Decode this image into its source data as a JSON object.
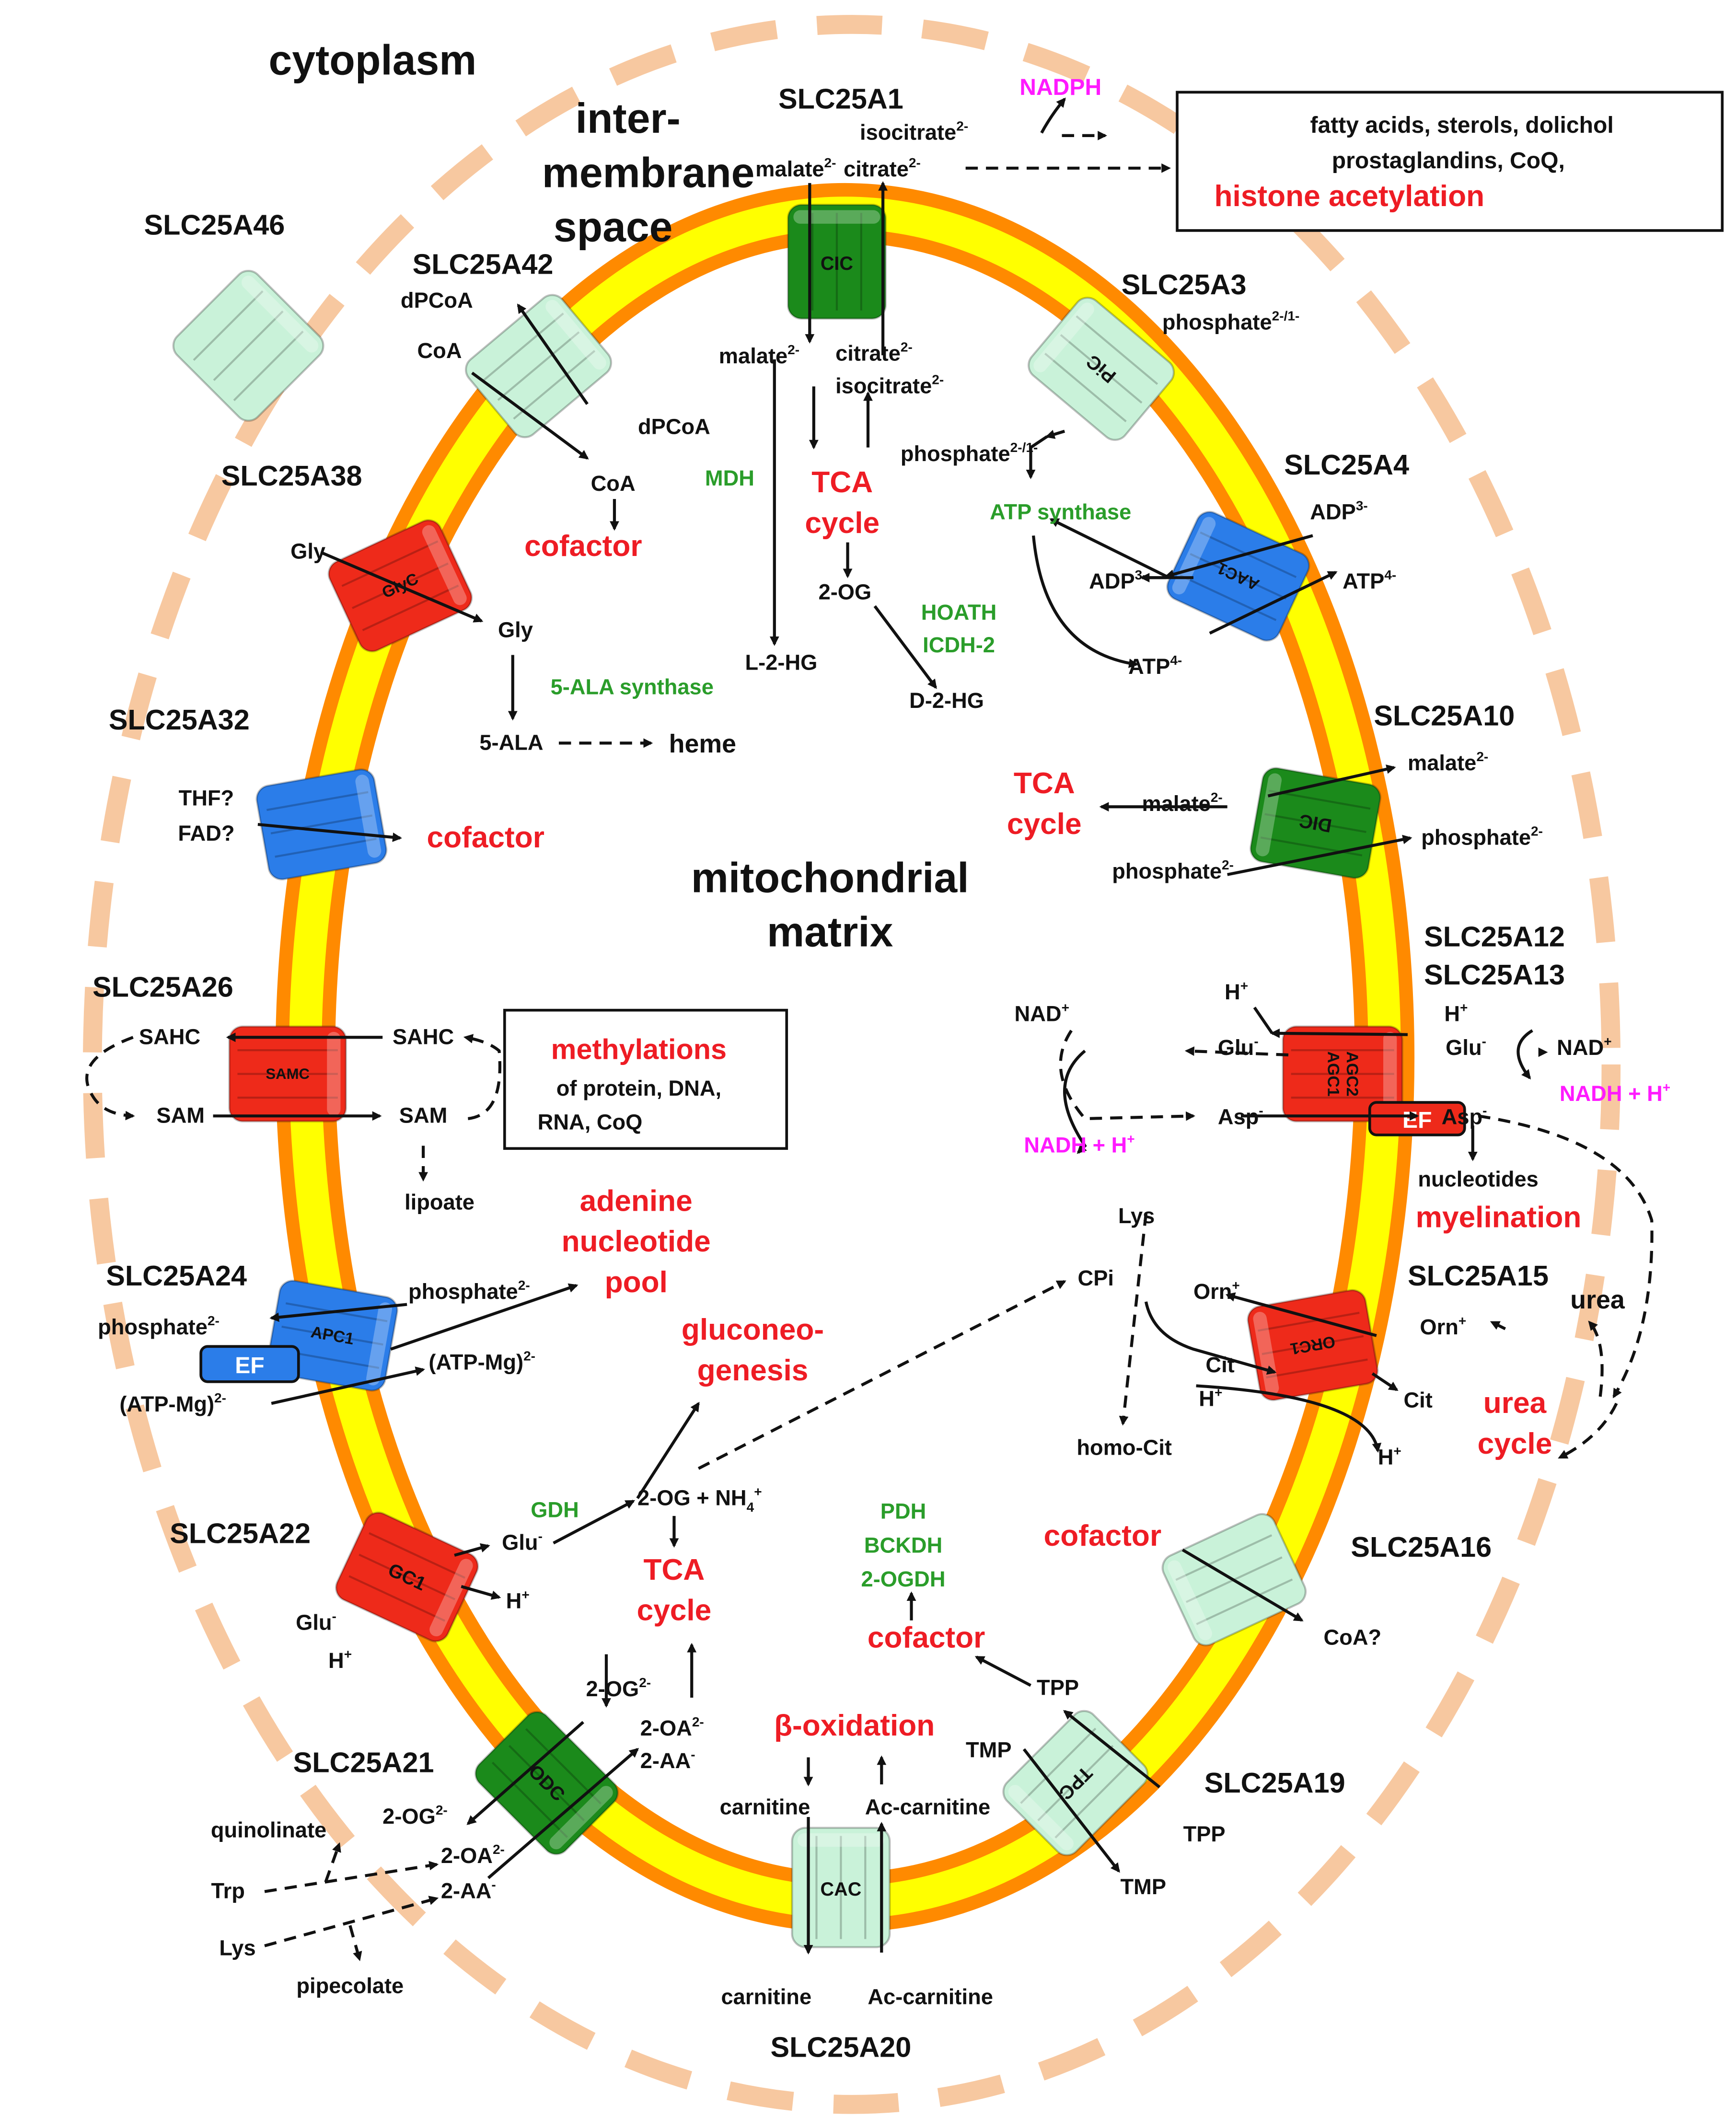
{
  "colors": {
    "outer_dash": "#f7c8a0",
    "membrane_orange": "#ff8a00",
    "membrane_yellow": "#ffff00",
    "carrier_red": "#ee2a1a",
    "carrier_blue": "#2b7de9",
    "carrier_dkgreen": "#1b8a1b",
    "carrier_ltgreen": "#c9f2d9",
    "label_red": "#ee1c24",
    "enzyme_green": "#2a9d2a",
    "cofactor_magenta": "#ff1aff"
  },
  "regions": {
    "cytoplasm": "cytoplasm",
    "intermembrane": [
      "inter-",
      "membrane",
      "space"
    ],
    "matrix": [
      "mitochondrial",
      "matrix"
    ]
  },
  "carriers": {
    "cic": {
      "gene": "SLC25A1",
      "short": "CIC"
    },
    "sfxn": {
      "gene": "SLC25A46"
    },
    "a42": {
      "gene": "SLC25A42"
    },
    "pic": {
      "gene": "SLC25A3",
      "short": "PiC"
    },
    "glyc": {
      "gene": "SLC25A38",
      "short": "GlyC"
    },
    "aac": {
      "gene": "SLC25A4",
      "short": "AAC1"
    },
    "a32": {
      "gene": "SLC25A32"
    },
    "dic": {
      "gene": "SLC25A10",
      "short": "DIC"
    },
    "agc": {
      "gene1": "SLC25A12",
      "gene2": "SLC25A13",
      "short1": "AGC1",
      "short2": "AGC2",
      "ef": "EF"
    },
    "samc": {
      "gene": "SLC25A26",
      "short": "SAMC"
    },
    "apc": {
      "gene": "SLC25A24",
      "short": "APC1",
      "ef": "EF"
    },
    "orc": {
      "gene": "SLC25A15",
      "short": "ORC1"
    },
    "gc": {
      "gene": "SLC25A22",
      "short": "GC1"
    },
    "a16": {
      "gene": "SLC25A16"
    },
    "odc": {
      "gene": "SLC25A21",
      "short": "ODC"
    },
    "tpc": {
      "gene": "SLC25A19",
      "short": "TPC"
    },
    "cac": {
      "gene": "SLC25A20",
      "short": "CAC"
    }
  },
  "box_top": {
    "line1": "fatty acids, sterols, dolichol",
    "line2": "prostaglandins, CoQ,",
    "line3": "histone acetylation"
  },
  "box_meth": {
    "line1": "methylations",
    "line2": "of protein, DNA,",
    "line3": "RNA, CoQ"
  },
  "labels": {
    "nadph": "NADPH",
    "isocitrate_out": "isocitrate",
    "malate_out": "malate",
    "citrate_out": "citrate",
    "malate_in": "malate",
    "citrate_in": "citrate",
    "isocitrate_in": "isocitrate",
    "charge2m": "2-",
    "mdh": "MDH",
    "tca": [
      "TCA",
      "cycle"
    ],
    "two_og": "2-OG",
    "l2hg": "L-2-HG",
    "d2hg": "D-2-HG",
    "hoath": "HOATH",
    "icdh2": "ICDH-2",
    "dpcoa": "dPCoA",
    "coa": "CoA",
    "cofactor": "cofactor",
    "phosphate": "phosphate",
    "phos_charge": "2-/1-",
    "atp_synthase": "ATP synthase",
    "adp": "ADP",
    "atp": "ATP",
    "c3m": "3-",
    "c4m": "4-",
    "gly": "Gly",
    "ala_synthase": "5-ALA synthase",
    "ala": "5-ALA",
    "heme": "heme",
    "thf": "THF?",
    "fad": "FAD?",
    "malate": "malate",
    "sahc": "SAHC",
    "sam": "SAM",
    "lipoate": "lipoate",
    "nad": "NAD",
    "plus": "+",
    "nadh": "NADH + H",
    "h": "H",
    "glu": "Glu",
    "asp": "Asp",
    "minus": "-",
    "nucleotides": "nucleotides",
    "myelination": "myelination",
    "adenine_pool": [
      "adenine",
      "nucleotide",
      "pool"
    ],
    "gluconeo": [
      "gluconeo-",
      "genesis"
    ],
    "atpmg": "(ATP-Mg)",
    "lys": "Lys",
    "cpi": "CPi",
    "orn": "Orn",
    "cit": "Cit",
    "urea": "urea",
    "urea_cycle": [
      "urea",
      "cycle"
    ],
    "homocit": "homo-Cit",
    "gdh": "GDH",
    "og_nh4": "2-OG + NH",
    "four": "4",
    "pdh": "PDH",
    "bckdh": "BCKDH",
    "ogdh": "2-OGDH",
    "coa_q": "CoA?",
    "beta_ox": "β-oxidation",
    "oa": "2-OA",
    "aa": "2-AA",
    "tpp": "TPP",
    "tmp": "TMP",
    "carnitine": "carnitine",
    "accarnitine": "Ac-carnitine",
    "quinolinate": "quinolinate",
    "trp": "Trp",
    "pipecolate": "pipecolate"
  }
}
